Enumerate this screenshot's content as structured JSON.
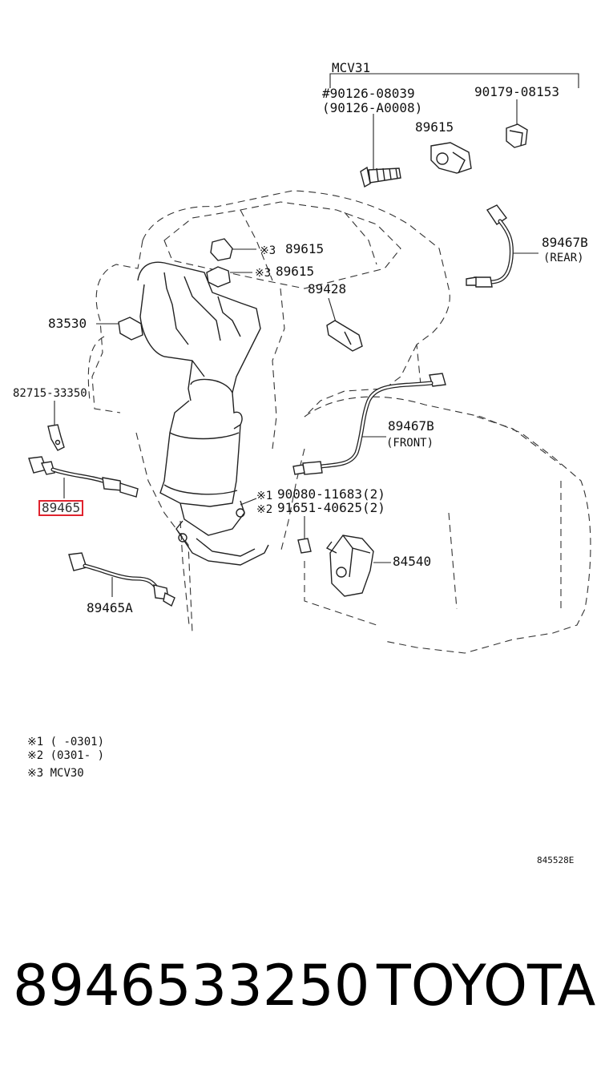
{
  "labels": {
    "mcv31": "MCV31",
    "p90126_08039": "#90126-08039",
    "p90126_a0008": "(90126-A0008)",
    "p90179_08153": "90179-08153",
    "p89615_top": "89615",
    "p89615_a": "89615",
    "p89615_b": "89615",
    "note3_a": "※3",
    "note3_b": "※3",
    "p89467b_rear": "89467B",
    "rear": "(REAR)",
    "p89428": "89428",
    "p83530": "83530",
    "p82715": "82715-33350",
    "p89467b_front": "89467B",
    "front": "(FRONT)",
    "p89465": "89465",
    "note1_mark": "※1",
    "note2_mark": "※2",
    "p90080": "90080-11683(2)",
    "p91651": "91651-40625(2)",
    "p84540": "84540",
    "p89465a": "89465A"
  },
  "notes": [
    "※1 (      -0301)",
    "※2 (0301-      )",
    "※3  MCV30"
  ],
  "figure_code": "845528E",
  "footer": {
    "part_number": "8946533250",
    "brand": "TOYOTA"
  },
  "highlight_color": "#e0232e"
}
